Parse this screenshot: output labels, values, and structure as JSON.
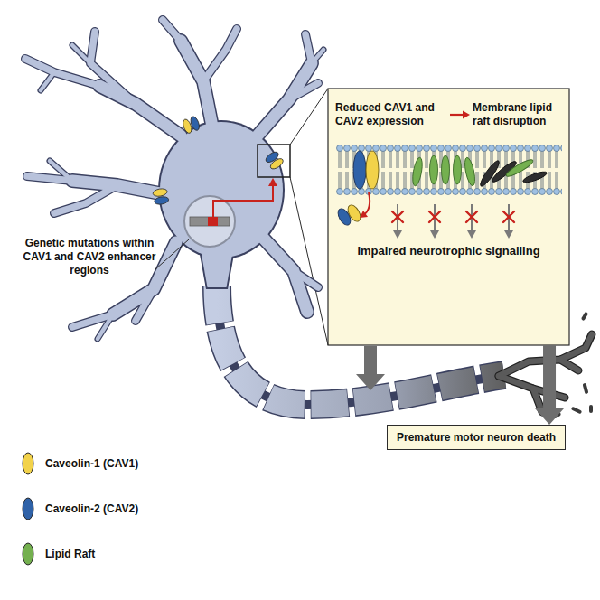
{
  "diagram": {
    "nodes": [
      {
        "text": [
          "Impaired neurotrophic signalling"
        ]
      },
      {
        "text": [
          "Reduced CAV1 and CAV2 expression"
        ],
        "in": 0
      },
      {
        "text": [
          "Membrane lipid raft disruption"
        ],
        "in": 0
      },
      {
        "text": [
          "Premature motor neuron death"
        ]
      }
    ],
    "edges": [
      {
        "from": 1,
        "to": 2,
        "arrow": "to"
      },
      {
        "from": 0,
        "to": 3,
        "arrow": "to"
      }
    ],
    "labels": [
      "Genetic mutations within CAV1 and CAV2 enhancer regions"
    ],
    "legend": [
      {
        "text": "Caveolin-1 (CAV1)",
        "color": "#f2d24a"
      },
      {
        "text": "Caveolin-2 (CAV2)",
        "color": "#2f62a8"
      },
      {
        "text": "Lipid Raft",
        "color": "#74b04f"
      }
    ]
  }
}
